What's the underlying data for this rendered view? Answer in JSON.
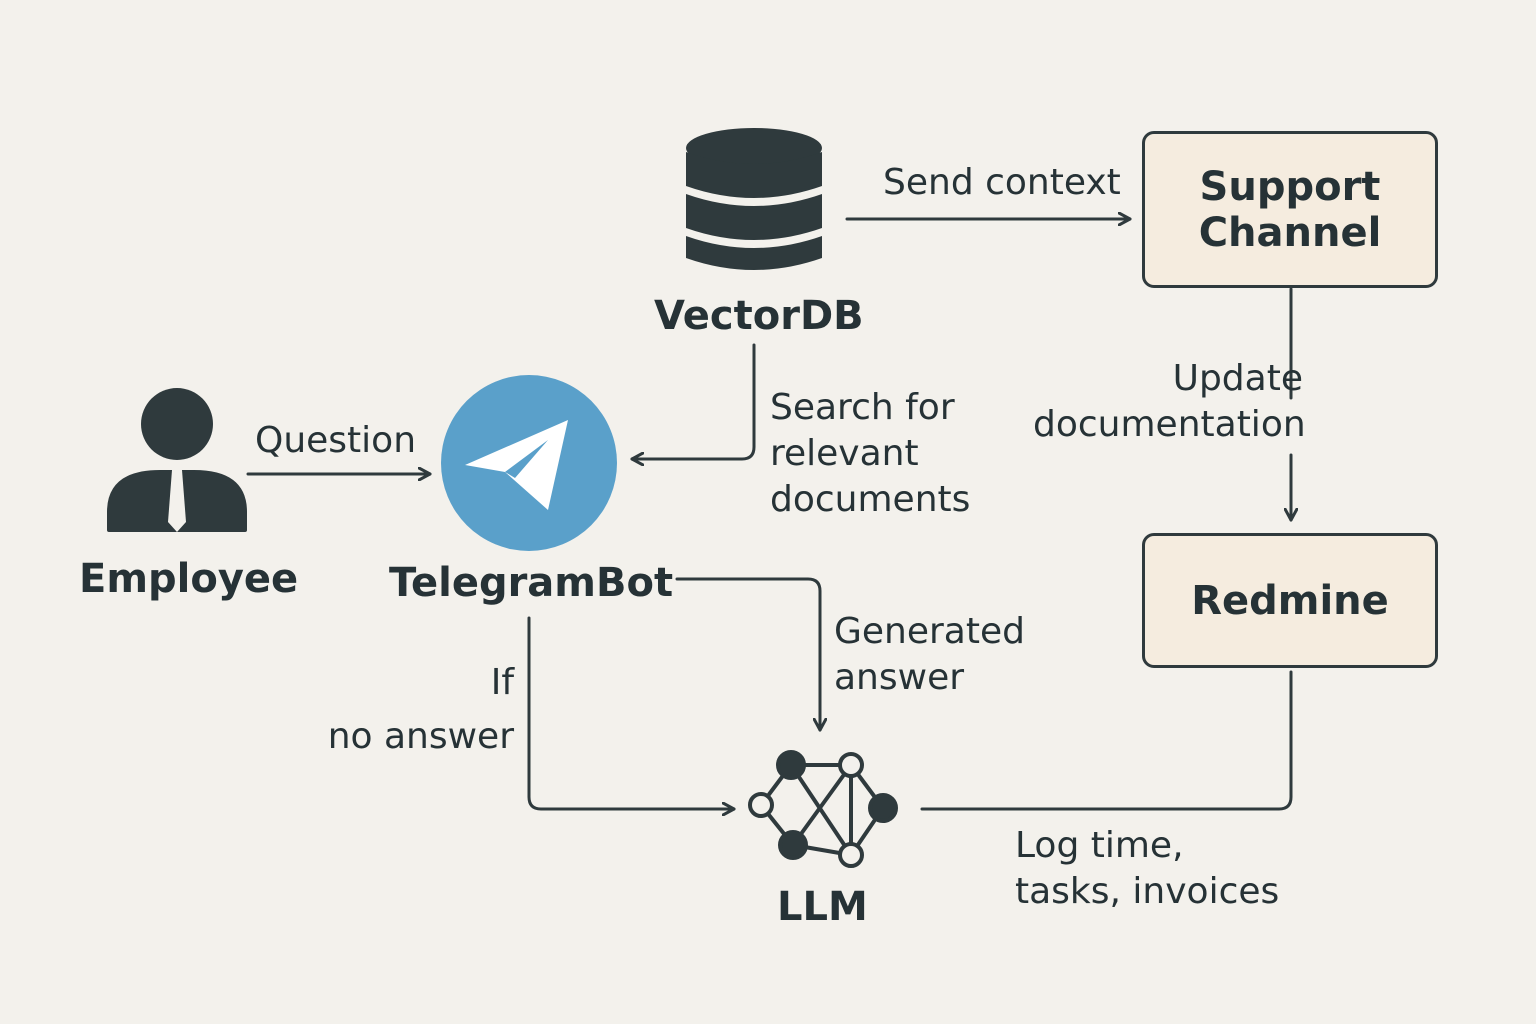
{
  "nodes": {
    "employee": "Employee",
    "telegram_bot": "TelegramBot",
    "vectordb": "VectorDB",
    "llm": "LLM",
    "support_channel": [
      "Support",
      "Channel"
    ],
    "redmine": "Redmine"
  },
  "edges": {
    "question": "Question",
    "search": [
      "Search for",
      "relevant",
      "documents"
    ],
    "send_context": "Send context",
    "update_doc": [
      "Update",
      "documentation"
    ],
    "generated_answer": [
      "Generated",
      "answer"
    ],
    "if_no_answer": [
      "If",
      "no answer"
    ],
    "log_time": [
      "Log time,",
      "tasks, invoices"
    ]
  },
  "colors": {
    "background": "#f3f1ec",
    "stroke": "#2f3a3d",
    "box_fill": "#f5ecdf",
    "telegram_blue": "#5aa0ca"
  },
  "icons": {
    "employee": "person-icon",
    "telegram_bot": "telegram-icon",
    "vectordb": "database-icon",
    "llm": "neural-network-icon"
  }
}
